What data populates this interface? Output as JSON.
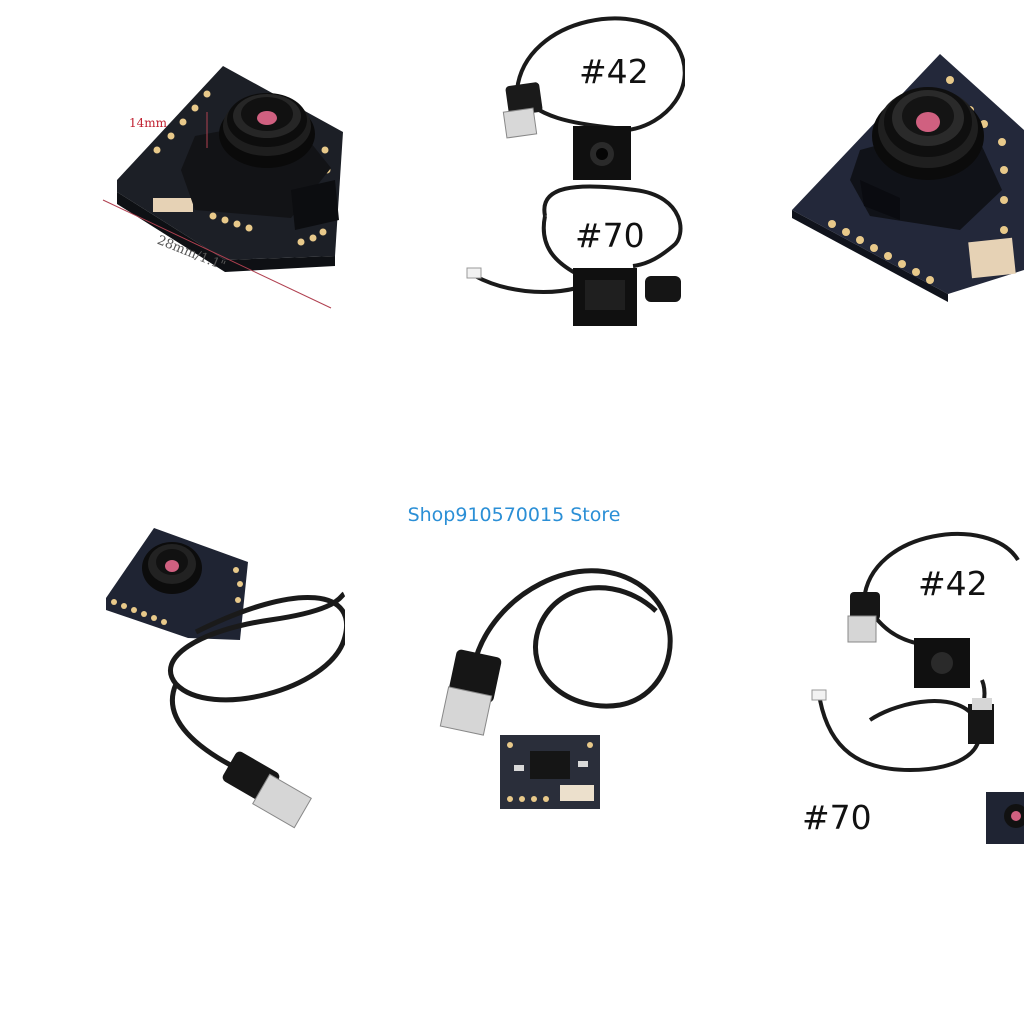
{
  "store": {
    "name": "Shop910570015 Store"
  },
  "product_tiles": {
    "top_left": {
      "height_dimension": "14mm",
      "width_dimension": "28mm/1.1\""
    },
    "top_middle": {
      "label_a": "#42",
      "label_b": "#70"
    },
    "bottom_right": {
      "label_a": "#42",
      "label_b": "#70"
    }
  },
  "colors": {
    "pcb": "#1c1f26",
    "pad": "#e8c98a",
    "lens": "#151515",
    "lens_core": "#d06080",
    "cable": "#1a1a1a",
    "store_link": "#2b8fd6",
    "dimension_red": "#c02030"
  }
}
